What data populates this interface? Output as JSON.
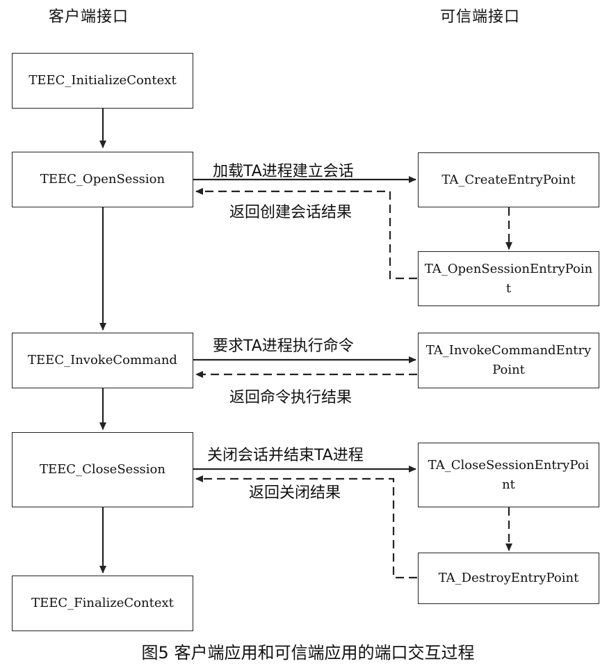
{
  "headings": {
    "client": "客户端接口",
    "trusted": "可信端接口"
  },
  "client_boxes": {
    "init": "TEEC_InitializeContext",
    "open": "TEEC_OpenSession",
    "invoke": "TEEC_InvokeCommand",
    "close": "TEEC_CloseSession",
    "finalize": "TEEC_FinalizeContext"
  },
  "trusted_boxes": {
    "create": "TA_CreateEntryPoint",
    "open": "TA_OpenSessionEntryPoint",
    "invoke": "TA_InvokeCommandEntryPoint",
    "close": "TA_CloseSessionEntryPoint",
    "destroy": "TA_DestroyEntryPoint"
  },
  "flow_labels": {
    "open_req": "加载TA进程建立会话",
    "open_resp": "返回创建会话结果",
    "invoke_req": "要求TA进程执行命令",
    "invoke_resp": "返回命令执行结果",
    "close_req": "关闭会话并结束TA进程",
    "close_resp": "返回关闭结果"
  },
  "caption": "图5  客户端应用和可信端应用的端口交互过程"
}
